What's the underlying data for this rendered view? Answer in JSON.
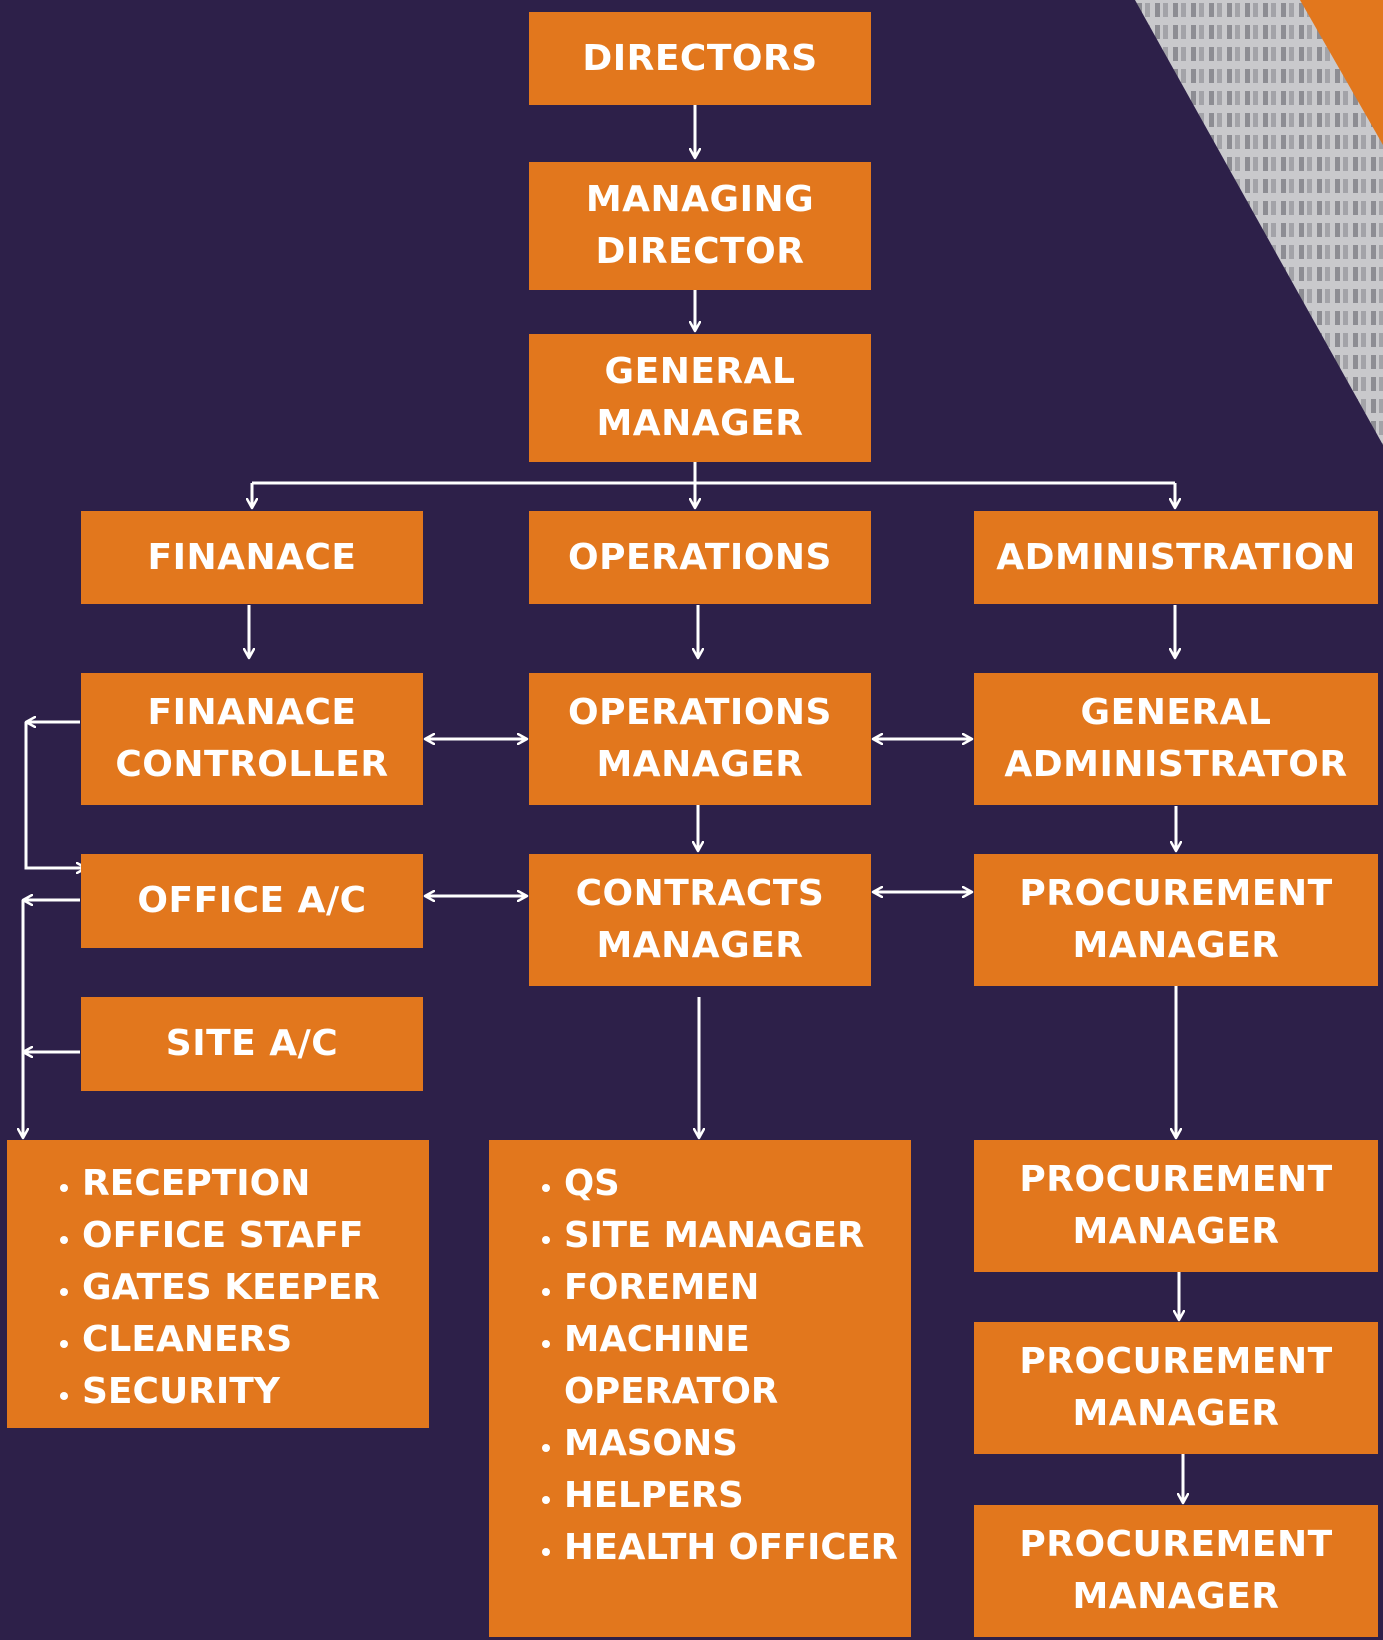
{
  "colors": {
    "background": "#2d2049",
    "box": "#e2771d",
    "text": "#ffffff",
    "connector": "#ffffff",
    "corner_accent": "#e2771d"
  },
  "nodes": {
    "directors": [
      "DIRECTORS"
    ],
    "managing_director": [
      "MANAGING",
      "DIRECTOR"
    ],
    "general_manager": [
      "GENERAL",
      "MANAGER"
    ],
    "finance": [
      "FINANACE"
    ],
    "operations": [
      "OPERATIONS"
    ],
    "administration": [
      "ADMINISTRATION"
    ],
    "finance_controller": [
      "FINANACE",
      "CONTROLLER"
    ],
    "operations_manager": [
      "OPERATIONS",
      "MANAGER"
    ],
    "general_administrator": [
      "GENERAL",
      "ADMINISTRATOR"
    ],
    "office_ac": [
      "OFFICE A/C"
    ],
    "contracts_manager": [
      "CONTRACTS",
      "MANAGER"
    ],
    "procurement_manager_1": [
      "PROCUREMENT",
      "MANAGER"
    ],
    "site_ac": [
      "SITE A/C"
    ],
    "procurement_manager_2": [
      "PROCUREMENT",
      "MANAGER"
    ],
    "procurement_manager_3": [
      "PROCUREMENT",
      "MANAGER"
    ],
    "procurement_manager_4": [
      "PROCUREMENT",
      "MANAGER"
    ]
  },
  "lists": {
    "office_staff_list": [
      "RECEPTION",
      "OFFICE STAFF",
      "GATES KEEPER",
      "CLEANERS",
      "SECURITY"
    ],
    "site_staff_list": [
      "QS",
      "SITE MANAGER",
      "FOREMEN",
      "MACHINE OPERATOR",
      "MASONS",
      "HELPERS",
      "HEALTH OFFICER"
    ]
  }
}
